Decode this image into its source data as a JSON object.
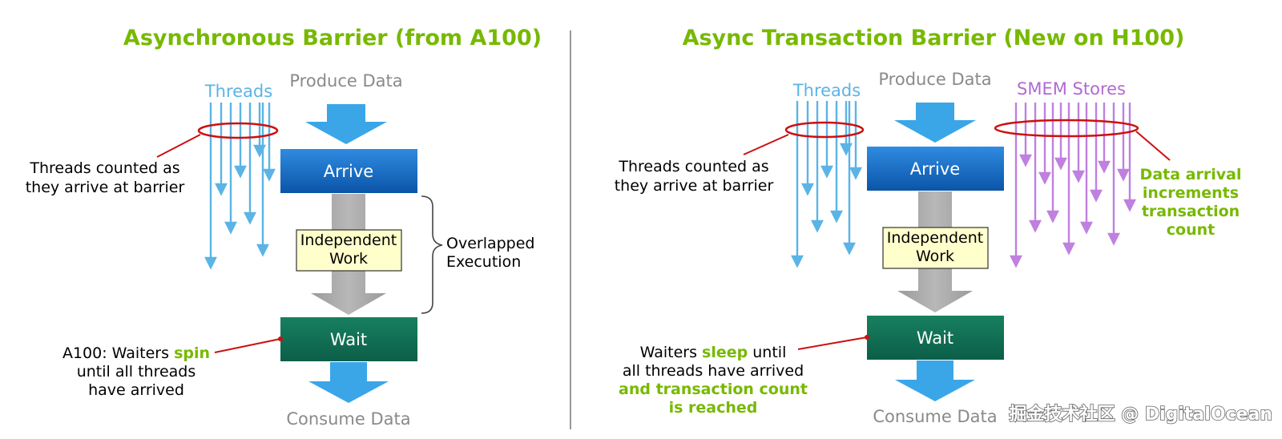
{
  "colors": {
    "accent_green": "#77b900",
    "thread_blue": "#5ab4e6",
    "smem_purple": "#b06ad3",
    "arrive_blue": "#1166c4",
    "wait_green": "#0f6e55",
    "ring_red": "#cc1010",
    "work_fill": "#ffffcc",
    "flow_arrow": "#3aa6e8",
    "gray_arrow": "#a6a6a6"
  },
  "left": {
    "title": "Asynchronous Barrier (from A100)",
    "threads_label": "Threads",
    "produce_label": "Produce Data",
    "arrive_label": "Arrive",
    "work_line1": "Independent",
    "work_line2": "Work",
    "wait_label": "Wait",
    "consume_label": "Consume Data",
    "threads_note_line1": "Threads counted as",
    "threads_note_line2": "they arrive at barrier",
    "overlap_line1": "Overlapped",
    "overlap_line2": "Execution",
    "waiters_prefix": "A100:  Waiters ",
    "waiters_keyword": "spin",
    "waiters_line2": "until all threads",
    "waiters_line3": "have arrived"
  },
  "right": {
    "title": "Async Transaction Barrier (New on H100)",
    "threads_label": "Threads",
    "produce_label": "Produce Data",
    "smem_label": "SMEM Stores",
    "arrive_label": "Arrive",
    "work_line1": "Independent",
    "work_line2": "Work",
    "wait_label": "Wait",
    "consume_label": "Consume Data",
    "threads_note_line1": "Threads counted as",
    "threads_note_line2": "they arrive at barrier",
    "data_note_line1": "Data arrival",
    "data_note_line2": "increments",
    "data_note_line3": "transaction",
    "data_note_line4": "count",
    "waiters_prefix": "Waiters ",
    "waiters_keyword": "sleep",
    "waiters_suffix": " until",
    "waiters_line2": "all threads have arrived",
    "waiters_line3": "and transaction count",
    "waiters_line4": "is reached"
  },
  "watermark": "掘金技术社区 @ DigitalOcean"
}
